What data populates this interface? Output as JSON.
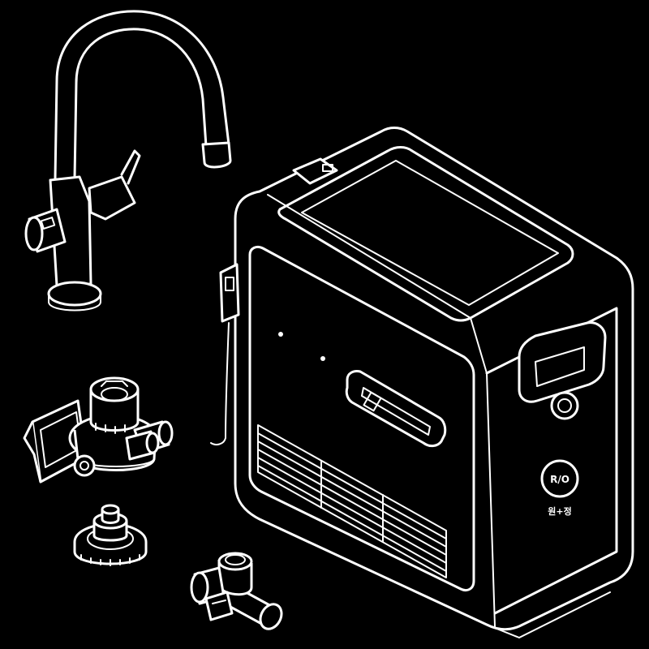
{
  "scene": {
    "background": "#000000",
    "line_color": "#ffffff",
    "logo_text": "R/O",
    "brand_text": "원+정"
  },
  "components": [
    "faucet-icon",
    "water-tank-unit",
    "filter-head-bracket-icon",
    "filter-cap-icon",
    "inlet-valve-icon"
  ]
}
